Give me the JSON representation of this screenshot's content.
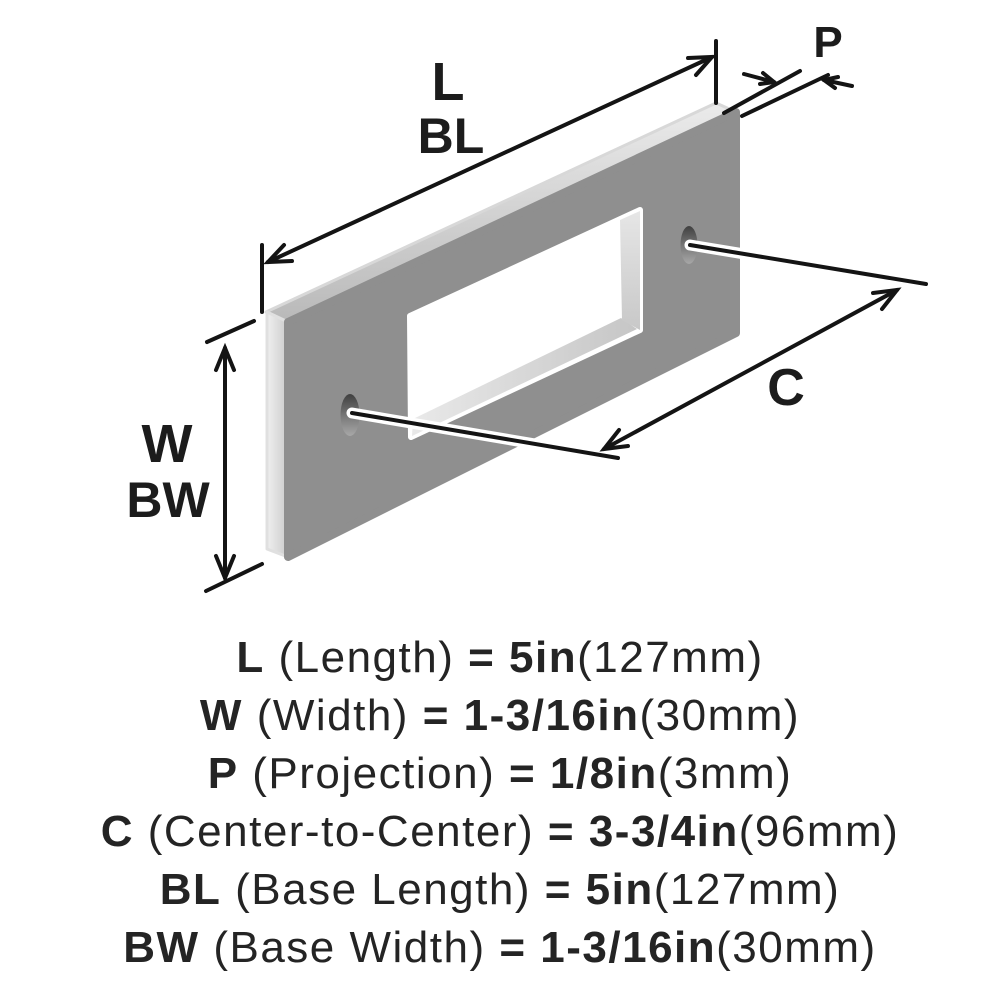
{
  "diagram": {
    "labels": {
      "length": "L",
      "base_length": "BL",
      "projection": "P",
      "width": "W",
      "base_width": "BW",
      "center": "C"
    },
    "colors": {
      "plate_face": "#8f8f8f",
      "plate_top_edge": "#cfcfcf",
      "plate_side_edge": "#e2e2e2",
      "dimension_line": "#141414",
      "label_text": "#1c1c1c",
      "legend_text": "#242424",
      "background": "#ffffff"
    }
  },
  "legend": {
    "items": [
      {
        "key": "L",
        "name": "(Length)",
        "eq": "=",
        "value": "5in",
        "metric": "(127mm)"
      },
      {
        "key": "W",
        "name": "(Width)",
        "eq": "=",
        "value": "1-3/16in",
        "metric": "(30mm)"
      },
      {
        "key": "P",
        "name": "(Projection)",
        "eq": "=",
        "value": "1/8in",
        "metric": "(3mm)"
      },
      {
        "key": "C",
        "name": "(Center-to-Center)",
        "eq": "=",
        "value": "3-3/4in",
        "metric": "(96mm)"
      },
      {
        "key": "BL",
        "name": "(Base Length)",
        "eq": "=",
        "value": "5in",
        "metric": "(127mm)"
      },
      {
        "key": "BW",
        "name": "(Base Width)",
        "eq": "=",
        "value": "1-3/16in",
        "metric": "(30mm)"
      }
    ]
  }
}
